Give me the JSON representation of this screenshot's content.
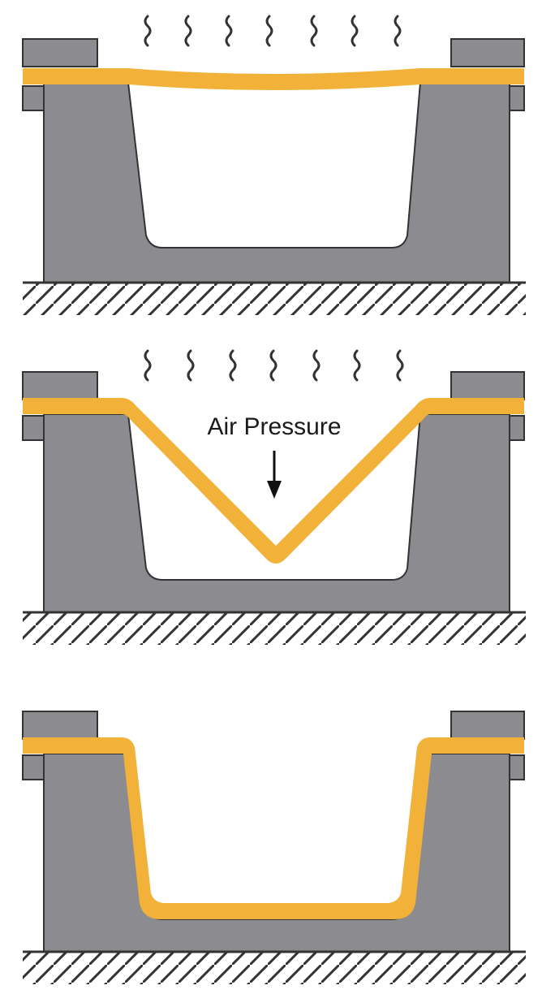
{
  "diagram": {
    "stages": [
      {
        "step": "heating",
        "label": ""
      },
      {
        "step": "vacuum-forming",
        "label": "Air Pressure"
      },
      {
        "step": "formed-part",
        "label": ""
      }
    ]
  },
  "colors": {
    "mold": "#8c8c90",
    "mold_outline": "#3a3a3a",
    "sheet": "#f2b23a",
    "heat_lines": "#333333",
    "hatch": "#333333"
  },
  "icons": {
    "heat": "heat-wave-icon",
    "pressure": "down-arrow-icon"
  }
}
